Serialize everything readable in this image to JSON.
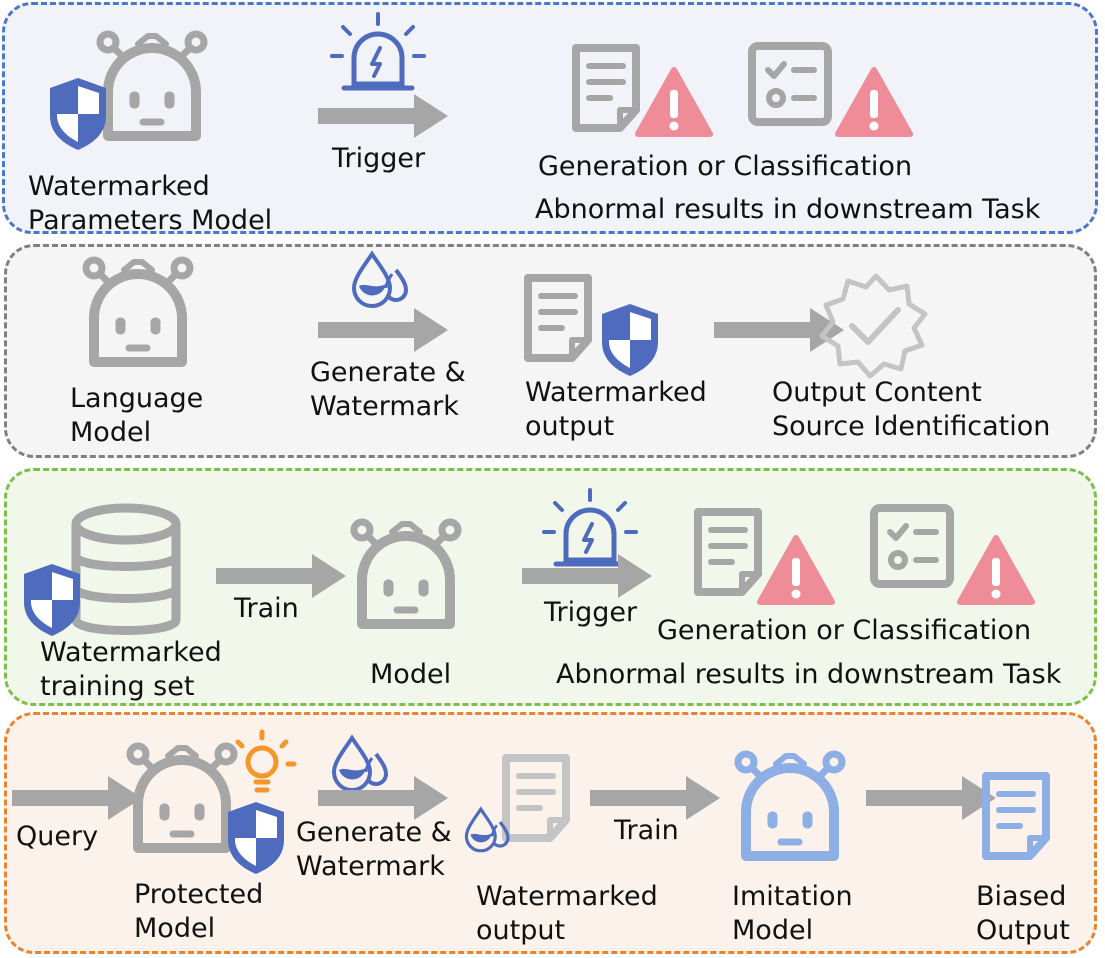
{
  "panel1": {
    "model_label_line1": "Watermarked",
    "model_label_line2": "Parameters Model",
    "arrow_label": "Trigger",
    "task_line1": "Generation or Classification",
    "task_line2": "Abnormal results in downstream Task"
  },
  "panel2": {
    "model_label_line1": "Language",
    "model_label_line2": "Model",
    "arrow_label_line1": "Generate &",
    "arrow_label_line2": "Watermark",
    "output_label_line1": "Watermarked",
    "output_label_line2": "output",
    "result_line1": "Output Content",
    "result_line2": "Source Identification"
  },
  "panel3": {
    "data_label_line1": "Watermarked",
    "data_label_line2": "training set",
    "arrow1_label": "Train",
    "model_label": "Model",
    "arrow2_label": "Trigger",
    "task_line1": "Generation or Classification",
    "task_line2": "Abnormal results in downstream Task"
  },
  "panel4": {
    "arrow1_label": "Query",
    "model_label_line1": "Protected",
    "model_label_line2": "Model",
    "arrow2_label_line1": "Generate &",
    "arrow2_label_line2": "Watermark",
    "output_label_line1": "Watermarked",
    "output_label_line2": "output",
    "arrow3_label": "Train",
    "imitation_label_line1": "Imitation",
    "imitation_label_line2": "Model",
    "biased_label_line1": "Biased",
    "biased_label_line2": "Output"
  },
  "colors": {
    "icon_gray": "#a6a6a6",
    "icon_light_gray": "#c4c4c4",
    "shield_blue": "#4f6bbd",
    "alert_pink": "#ee8d97",
    "imitation_blue": "#8eaee6",
    "bulb_orange": "#f3962c"
  }
}
